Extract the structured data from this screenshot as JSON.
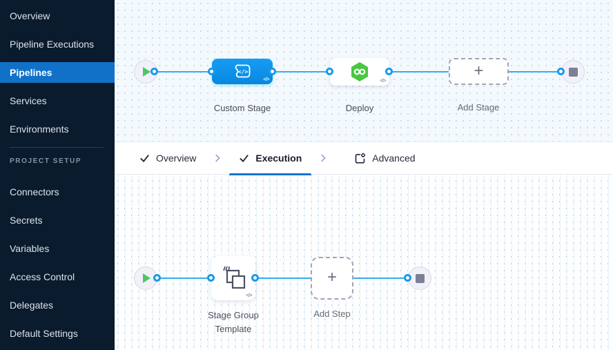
{
  "sidebar": {
    "nav_items": [
      "Overview",
      "Pipeline Executions",
      "Pipelines",
      "Services",
      "Environments"
    ],
    "active_item": "Pipelines",
    "section_label": "PROJECT SETUP",
    "setup_items": [
      "Connectors",
      "Secrets",
      "Variables",
      "Access Control",
      "Delegates",
      "Default Settings"
    ]
  },
  "tabs": {
    "overview": "Overview",
    "execution": "Execution",
    "advanced": "Advanced"
  },
  "stage_pipeline": {
    "custom_stage_label": "Custom Stage",
    "deploy_label": "Deploy",
    "add_stage_label": "Add Stage"
  },
  "execution_pipeline": {
    "stage_group_label": "Stage Group Template",
    "add_step_label": "Add Step"
  },
  "glyphs": {
    "plus": "+",
    "code": "</>"
  },
  "icons": {
    "start": "play-icon",
    "end": "stop-icon",
    "custom_stage": "code-stage-icon",
    "deploy": "cd-hexagon-icon",
    "stage_group": "stage-group-template-icon",
    "advanced": "panel-gear-icon"
  },
  "colors": {
    "sidebar_bg": "#0a1b2d",
    "active_nav_blue": "#1171c8",
    "edge_blue": "#38acf2",
    "stage_blue": "#0b8fe4",
    "deploy_green": "#47c83f",
    "play_green": "#4dc764",
    "tab_underline": "#1874d2"
  }
}
